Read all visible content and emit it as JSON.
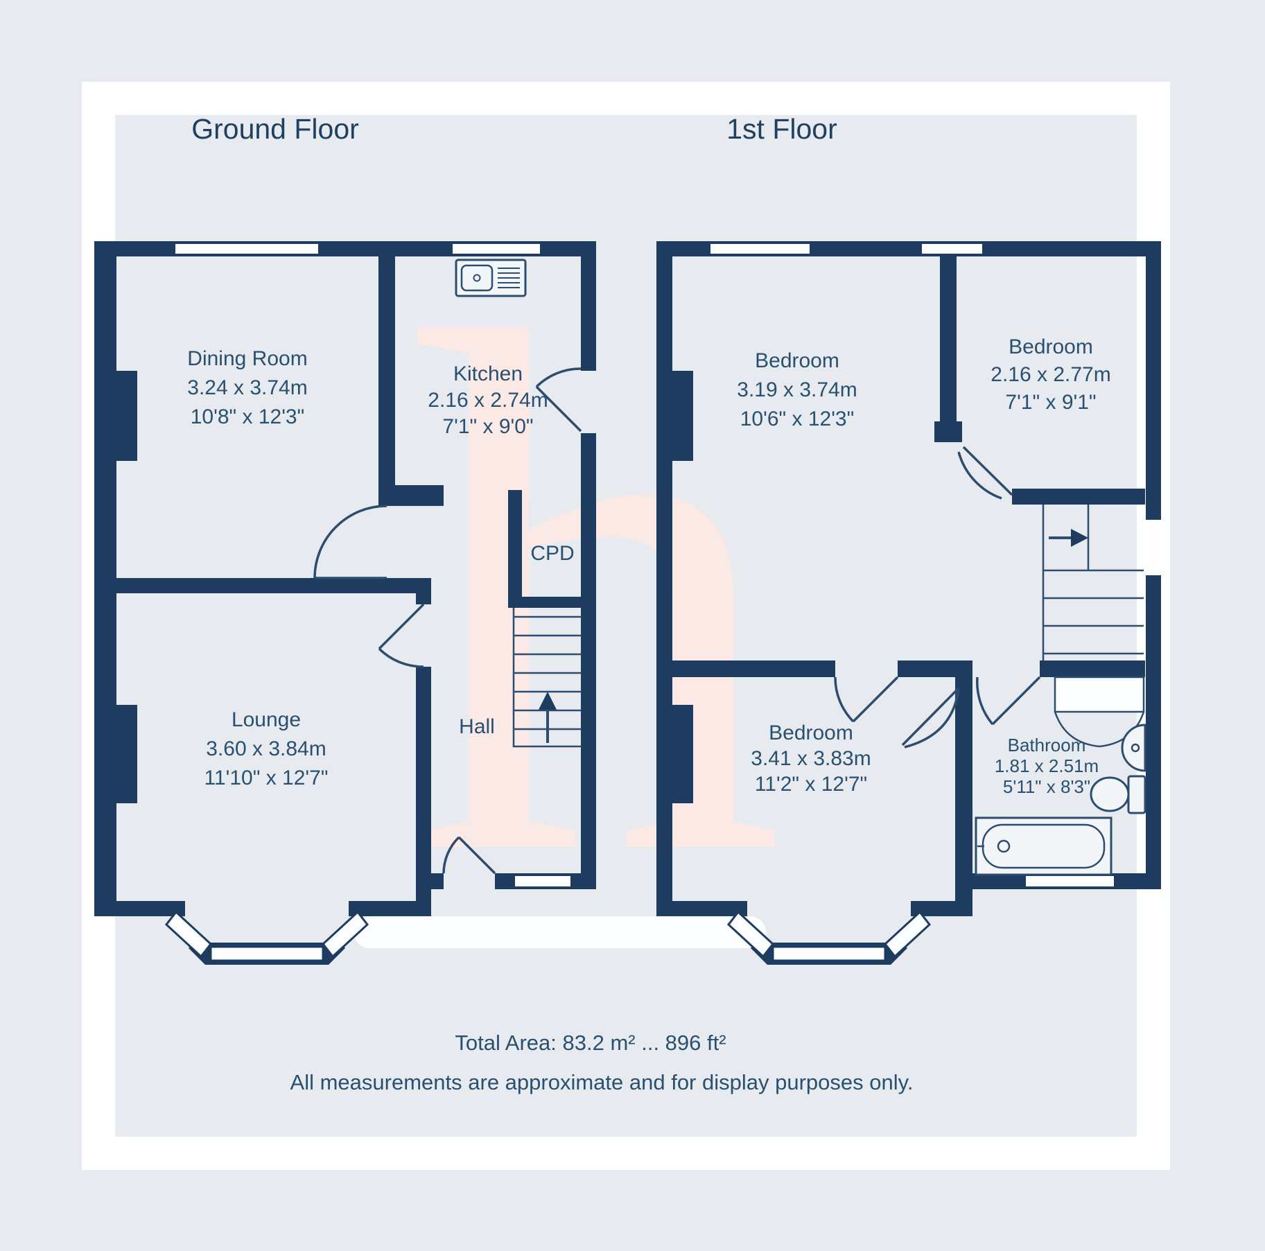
{
  "document": {
    "type": "estate-agent-floorplan",
    "floors": {
      "ground": "Ground Floor",
      "first": "1st Floor"
    }
  },
  "rooms": {
    "dining": {
      "name": "Dining Room",
      "metric": "3.24 x 3.74m",
      "imperial": "10'8\" x 12'3\""
    },
    "kitchen": {
      "name": "Kitchen",
      "metric": "2.16 x 2.74m",
      "imperial": "7'1\" x 9'0\""
    },
    "lounge": {
      "name": "Lounge",
      "metric": "3.60 x 3.84m",
      "imperial": "11'10\" x 12'7\""
    },
    "bedroom1": {
      "name": "Bedroom",
      "metric": "3.19 x 3.74m",
      "imperial": "10'6\" x 12'3\""
    },
    "bedroom2": {
      "name": "Bedroom",
      "metric": "2.16 x 2.77m",
      "imperial": "7'1\" x 9'1\""
    },
    "bedroom3": {
      "name": "Bedroom",
      "metric": "3.41 x 3.83m",
      "imperial": "11'2\" x 12'7\""
    },
    "bathroom": {
      "name": "Bathroom",
      "metric": "1.81 x 2.51m",
      "imperial": "5'11\" x 8'3\""
    }
  },
  "labels": {
    "cupboard": "CPD",
    "hall": "Hall"
  },
  "footer": {
    "total_area": "Total Area: 83.2 m² ... 896 ft²",
    "disclaimer": "All measurements are approximate and for display purposes only."
  },
  "watermark": {
    "letter": "h",
    "color": "#fbe9e6"
  },
  "colors": {
    "background": "#e7ebf0",
    "frame": "#ffffff",
    "wall": "#1d3c60",
    "thin_line": "#2e4d6e",
    "floor": "#e8edf2",
    "window": "#fbfdfe",
    "text": "#2a5070"
  }
}
